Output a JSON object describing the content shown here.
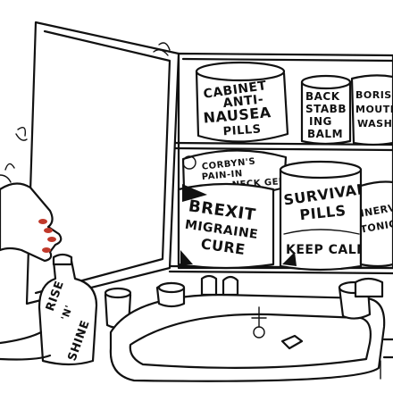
{
  "cartoon": {
    "jars": {
      "cabinet_anti_nausea": [
        "CABINET",
        "ANTI-",
        "NAUSEA",
        "PILLS"
      ],
      "back_stabbing_balm": [
        "BACK",
        "STABB",
        "ING",
        "BALM"
      ],
      "boris_mouth_wash": [
        "BORIS",
        "MOUTH",
        "WASH"
      ],
      "corbyn_pain_in_neck_gel": [
        "CORBYN'S",
        "PAIN-IN",
        "NECK GEL"
      ],
      "brexit_migraine_cure": [
        "BREXIT",
        "MIGRAINE",
        "CURE"
      ],
      "survival_pills": [
        "SURVIVAL",
        "PILLS"
      ],
      "survival_pills_sub": "KEEP CALM",
      "partial_right_jar": [
        "INERVE",
        "TONIC"
      ]
    },
    "bottle_label": [
      "RISE",
      "'N'",
      "SHINE"
    ]
  },
  "colors": {
    "ink": "#111111",
    "paper": "#ffffff",
    "nails": "#c0392b"
  },
  "icons": [
    "medicine-cabinet",
    "hand-with-red-nails",
    "pill-jar",
    "washbasin",
    "tap",
    "soap-bar",
    "medicine-bottle"
  ]
}
